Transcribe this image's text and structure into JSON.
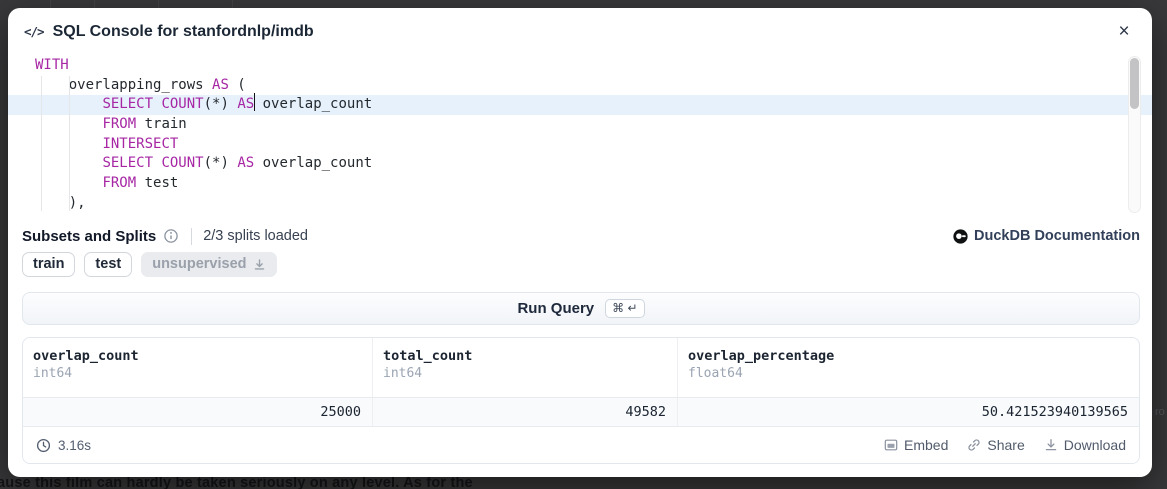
{
  "backdrop": {
    "clipped_text": "ause this film can hardly be taken seriously on any level. As for the",
    "clipped_text_right": "ro"
  },
  "modal": {
    "icon": "</>",
    "title": "SQL Console for stanfordnlp/imdb",
    "close": "×"
  },
  "editor": {
    "active_line_index": 2,
    "lines": [
      [
        [
          "WITH",
          "kw"
        ]
      ],
      [
        [
          "    ",
          "pl"
        ],
        [
          "overlapping_rows ",
          "pl"
        ],
        [
          "AS",
          "kw"
        ],
        [
          " (",
          "pl"
        ]
      ],
      [
        [
          "        ",
          "pl"
        ],
        [
          "SELECT",
          "kw"
        ],
        [
          " ",
          "pl"
        ],
        [
          "COUNT",
          "kw"
        ],
        [
          "(*) ",
          "pl"
        ],
        [
          "AS",
          "kw"
        ],
        [
          "",
          "cursor"
        ],
        [
          " overlap_count",
          "pl"
        ]
      ],
      [
        [
          "        ",
          "pl"
        ],
        [
          "FROM",
          "kw"
        ],
        [
          " train",
          "pl"
        ]
      ],
      [
        [
          "        ",
          "pl"
        ],
        [
          "INTERSECT",
          "kw"
        ]
      ],
      [
        [
          "        ",
          "pl"
        ],
        [
          "SELECT",
          "kw"
        ],
        [
          " ",
          "pl"
        ],
        [
          "COUNT",
          "kw"
        ],
        [
          "(*) ",
          "pl"
        ],
        [
          "AS",
          "kw"
        ],
        [
          " overlap_count",
          "pl"
        ]
      ],
      [
        [
          "        ",
          "pl"
        ],
        [
          "FROM",
          "kw"
        ],
        [
          " test",
          "pl"
        ]
      ],
      [
        [
          "    ),",
          "pl"
        ]
      ]
    ]
  },
  "splits": {
    "heading": "Subsets and Splits",
    "status": "2/3 splits loaded",
    "doc_link": "DuckDB Documentation",
    "pills": [
      {
        "label": "train",
        "loaded": true
      },
      {
        "label": "test",
        "loaded": true
      },
      {
        "label": "unsupervised",
        "loaded": false
      }
    ]
  },
  "run_query": {
    "label": "Run Query",
    "shortcut": "⌘ ↵"
  },
  "results": {
    "columns": [
      {
        "name": "overlap_count",
        "type": "int64"
      },
      {
        "name": "total_count",
        "type": "int64"
      },
      {
        "name": "overlap_percentage",
        "type": "float64"
      }
    ],
    "row": [
      "25000",
      "49582",
      "50.421523940139565"
    ],
    "elapsed": "3.16s",
    "actions": [
      "Embed",
      "Share",
      "Download"
    ]
  },
  "colors": {
    "keyword_purple": "#a626a4",
    "active_line_blue": "#e6f1fc",
    "backdrop": "#39393b",
    "text_dark": "#1c2736"
  }
}
